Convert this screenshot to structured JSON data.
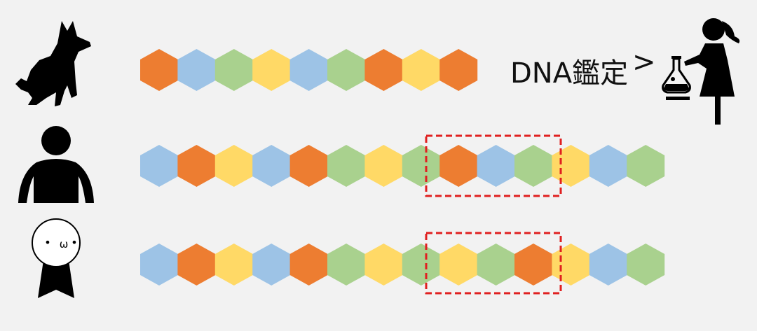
{
  "colors": {
    "orange": "#ED7D31",
    "blue": "#9DC3E6",
    "green": "#A9D18E",
    "yellow": "#FFD966",
    "highlight": "#E02020",
    "icon": "#000000",
    "background": "#F2F2F2"
  },
  "label": {
    "dna_test": "DNA鑑定",
    "comparison_symbol": ">"
  },
  "face": {
    "left_eye": "•",
    "mouth": "ω",
    "right_eye": "•"
  },
  "sequences": [
    {
      "subject": "dog",
      "icon": "dog-silhouette-icon",
      "hexagons": [
        "orange",
        "blue",
        "green",
        "yellow",
        "blue",
        "green",
        "orange",
        "yellow",
        "orange"
      ]
    },
    {
      "subject": "person",
      "icon": "person-silhouette-icon",
      "hexagons": [
        "blue",
        "orange",
        "yellow",
        "blue",
        "orange",
        "green",
        "yellow",
        "green",
        "orange",
        "blue",
        "green",
        "yellow",
        "blue",
        "green"
      ],
      "highlighted_range": [
        8,
        10
      ]
    },
    {
      "subject": "mascot",
      "icon": "round-face-mascot-icon",
      "hexagons": [
        "blue",
        "orange",
        "yellow",
        "blue",
        "orange",
        "green",
        "yellow",
        "green",
        "yellow",
        "green",
        "orange",
        "yellow",
        "blue",
        "green"
      ],
      "highlighted_range": [
        8,
        10
      ]
    }
  ],
  "examiner": {
    "icon": "scientist-with-flask-icon"
  }
}
